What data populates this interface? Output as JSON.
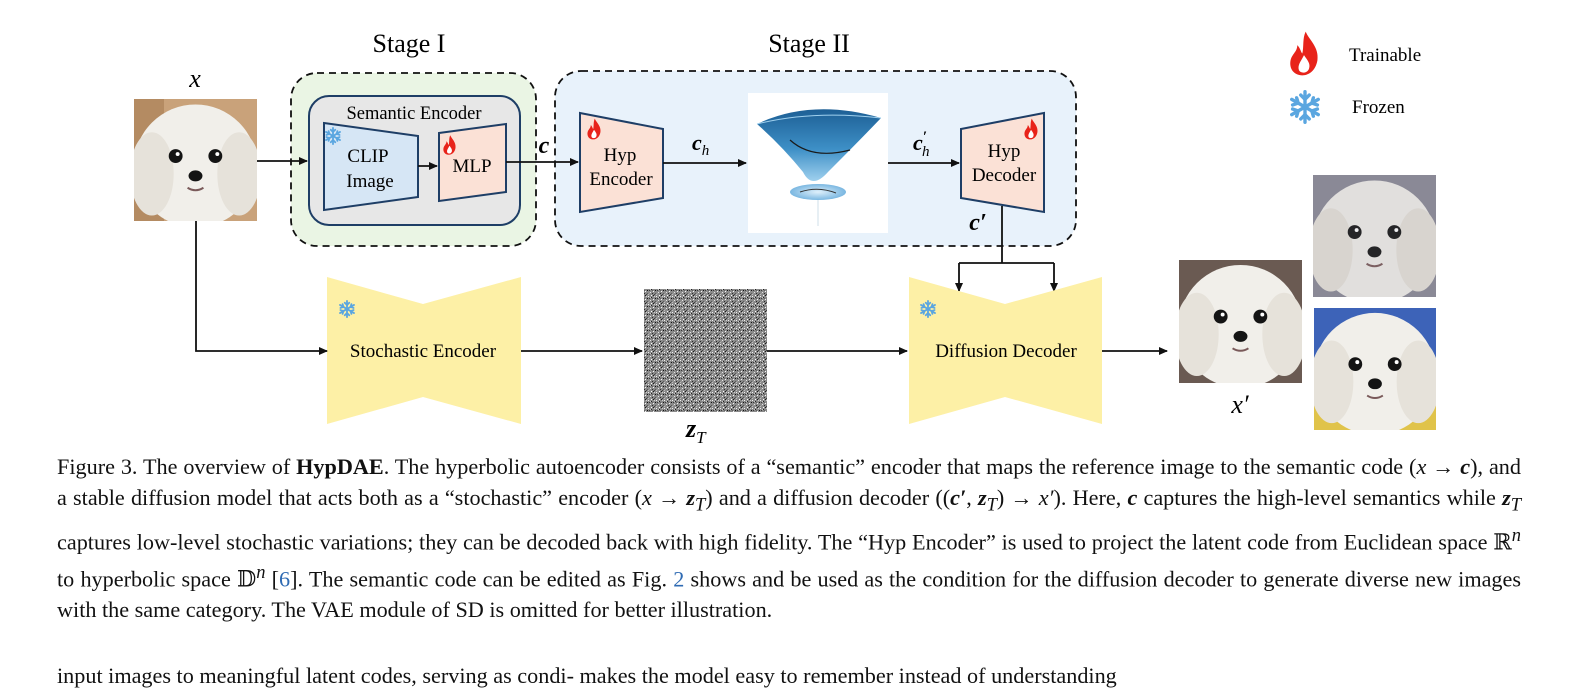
{
  "figure": {
    "stage1_title": "Stage I",
    "stage2_title": "Stage II",
    "input_label": "x",
    "output_label": "x′",
    "semantic_encoder_title": "Semantic Encoder",
    "clip_line1": "CLIP",
    "clip_line2": "Image",
    "mlp_label": "MLP",
    "c_label": "c",
    "hyp_encoder_line1": "Hyp",
    "hyp_encoder_line2": "Encoder",
    "ch_label": "c",
    "ch_sub": "h",
    "chp_label": "c",
    "chp_sub": "h",
    "chp_prime": "′",
    "hyp_decoder_line1": "Hyp",
    "hyp_decoder_line2": "Decoder",
    "cprime_label": "c′",
    "stochastic_encoder_label": "Stochastic Encoder",
    "diffusion_decoder_label": "Diffusion Decoder",
    "zT_label": "z",
    "zT_sub": "T",
    "legend_trainable": "Trainable",
    "legend_frozen": "Frozen",
    "colors": {
      "stage1_bg": "#eaf5e4",
      "stage2_bg": "#e8f2fb",
      "clip_fill": "#d6e6f5",
      "clip_stroke": "#1e3e66",
      "trainable_fill": "#fbe1d6",
      "yellow_block": "#fdf0a6",
      "flame": "#e8231a",
      "snowflake": "#5aa6e0"
    }
  },
  "caption": {
    "fig_label": "Figure 3.",
    "t1": " The overview of ",
    "bold_name": "HypDAE",
    "t2": ". The hyperbolic autoencoder consists of a “semantic” encoder that maps the reference image to the semantic code (",
    "m_x1": "x",
    "m_arrow1": " → ",
    "m_c1": "c",
    "t3": "), and a stable diffusion model that acts both as a “stochastic” encoder (",
    "m_x2": "x",
    "m_arrow2": " → ",
    "m_z1": "z",
    "m_z1_sub": "T",
    "t4": ") and a diffusion decoder ((",
    "m_c2": "c′",
    "m_comma": ", ",
    "m_z2": "z",
    "m_z2_sub": "T",
    "t5": ") → ",
    "m_x3": "x′",
    "t6": "). Here, ",
    "m_c3": "c",
    "t7": " captures the high-level semantics while ",
    "m_z3": "z",
    "m_z3_sub": "T",
    "t8": " captures low-level stochastic variations; they can be decoded back with high fidelity. The “Hyp Encoder” is used to project the latent code from Euclidean space ℝ",
    "m_n1": "n",
    "t9": " to hyperbolic space 𝔻",
    "m_n2": "n",
    "t10": " [",
    "ref1": "6",
    "t11": "]. The semantic code can be edited as Fig. ",
    "ref2": "2",
    "t12": " shows and be used as the condition for the diffusion decoder to generate diverse new images with the same category. The VAE module of SD is omitted for better illustration."
  },
  "body_text": "input images to meaningful latent codes, serving as condi-          makes the model easy to remember instead of understanding"
}
